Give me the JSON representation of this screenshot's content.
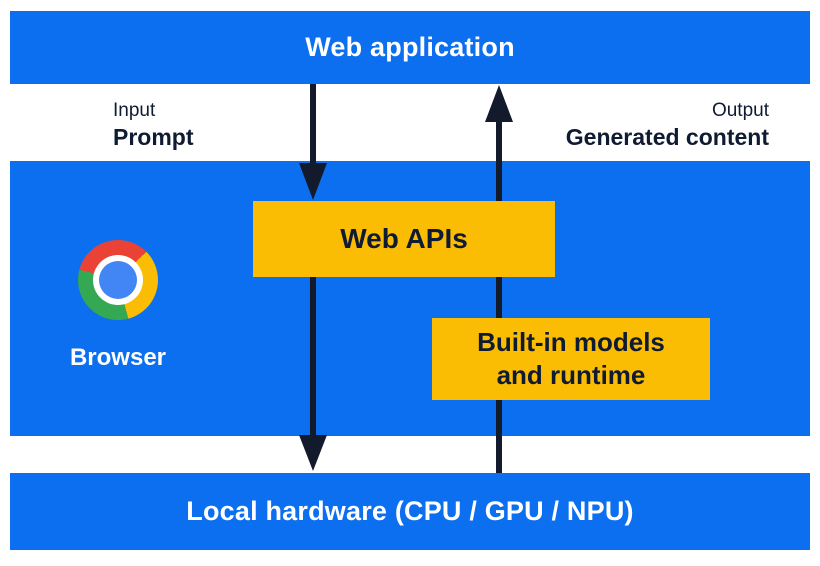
{
  "colors": {
    "blue": "#0B6FF0",
    "yellow": "#FBBC04",
    "dark": "#0F1B33",
    "arrow": "#121A2B",
    "white": "#FFFFFF",
    "chrome_red": "#EA4335",
    "chrome_yellow": "#FBBC04",
    "chrome_green": "#34A853",
    "chrome_blue": "#4285F4"
  },
  "layers": {
    "web_application": "Web application",
    "local_hardware": "Local hardware (CPU / GPU / NPU)"
  },
  "io": {
    "input_label": "Input",
    "input_value": "Prompt",
    "output_label": "Output",
    "output_value": "Generated content"
  },
  "browser": {
    "label": "Browser",
    "web_apis": "Web APIs",
    "builtin_line1": "Built-in models",
    "builtin_line2": "and runtime"
  },
  "icons": {
    "chrome": "chrome-browser-icon",
    "down_arrow": "arrow-down-icon",
    "up_arrow": "arrow-up-icon"
  }
}
